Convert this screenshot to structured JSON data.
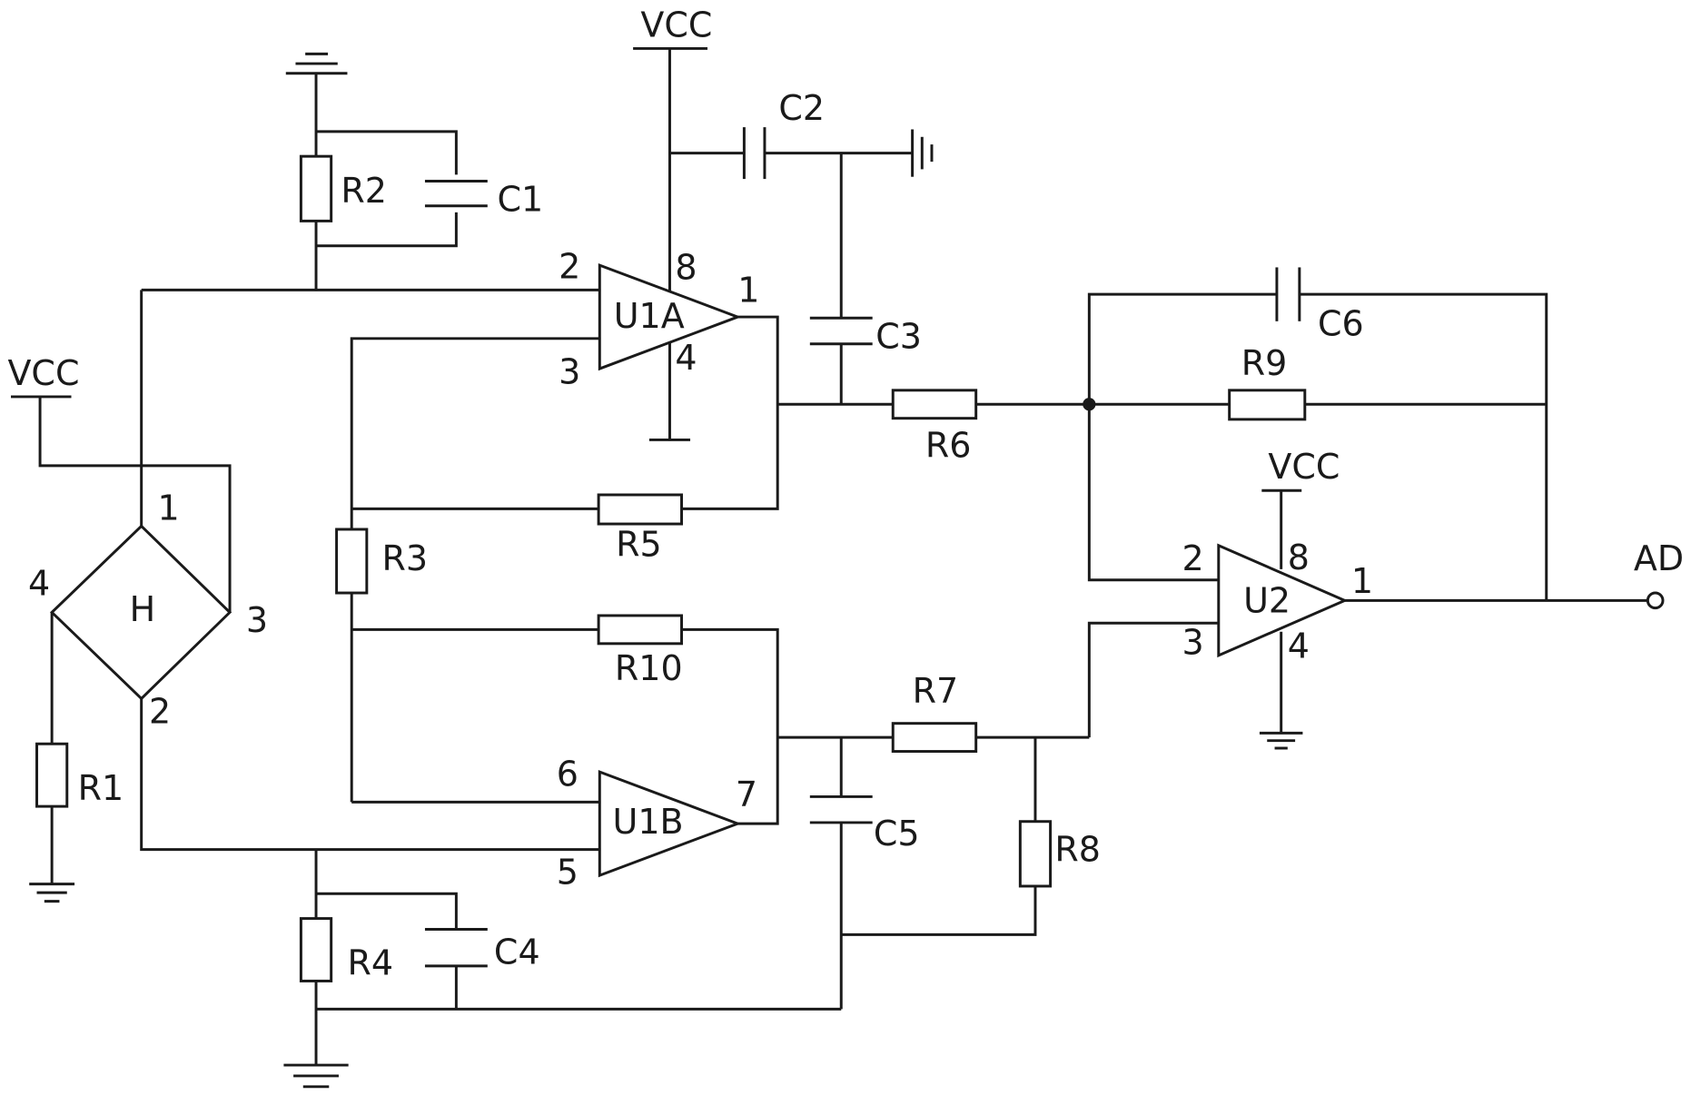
{
  "supplies": {
    "vcc_top": "VCC",
    "vcc_left": "VCC",
    "vcc_u2": "VCC"
  },
  "output": {
    "label": "AD"
  },
  "bridge": {
    "label": "H",
    "pin1": "1",
    "pin2": "2",
    "pin3": "3",
    "pin4": "4"
  },
  "opamps": {
    "u1a": {
      "label": "U1A",
      "pin_inv": "2",
      "pin_noninv": "3",
      "pin_out": "1",
      "pin_vcc": "8",
      "pin_gnd": "4"
    },
    "u1b": {
      "label": "U1B",
      "pin_inv": "6",
      "pin_noninv": "5",
      "pin_out": "7"
    },
    "u2": {
      "label": "U2",
      "pin_inv": "2",
      "pin_noninv": "3",
      "pin_out": "1",
      "pin_vcc": "8",
      "pin_gnd": "4"
    }
  },
  "resistors": {
    "r1": "R1",
    "r2": "R2",
    "r3": "R3",
    "r4": "R4",
    "r5": "R5",
    "r6": "R6",
    "r7": "R7",
    "r8": "R8",
    "r9": "R9",
    "r10": "R10"
  },
  "capacitors": {
    "c1": "C1",
    "c2": "C2",
    "c3": "C3",
    "c4": "C4",
    "c5": "C5",
    "c6": "C6"
  }
}
